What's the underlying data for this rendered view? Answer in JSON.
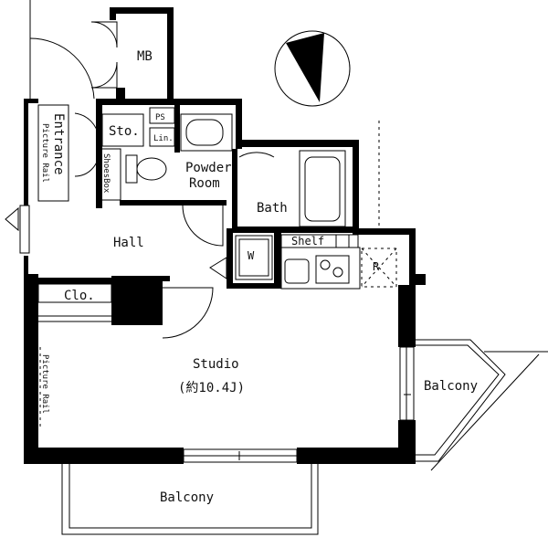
{
  "labels": {
    "mb": "MB",
    "entrance": "Entrance",
    "picture_rail_entrance": "Picture Rail",
    "sto": "Sto.",
    "ps": "PS",
    "lin": "Lin.",
    "shoes_box": "ShoesBox",
    "powder_room_line1": "Powder",
    "powder_room_line2": "Room",
    "bath": "Bath",
    "hall": "Hall",
    "washer": "W",
    "shelf": "Shelf",
    "refrigerator": "R",
    "clo": "Clo.",
    "picture_rail_studio": "Picture Rail",
    "studio": "Studio",
    "studio_size": "(約10.4J)",
    "balcony_right": "Balcony",
    "balcony_bottom": "Balcony"
  }
}
